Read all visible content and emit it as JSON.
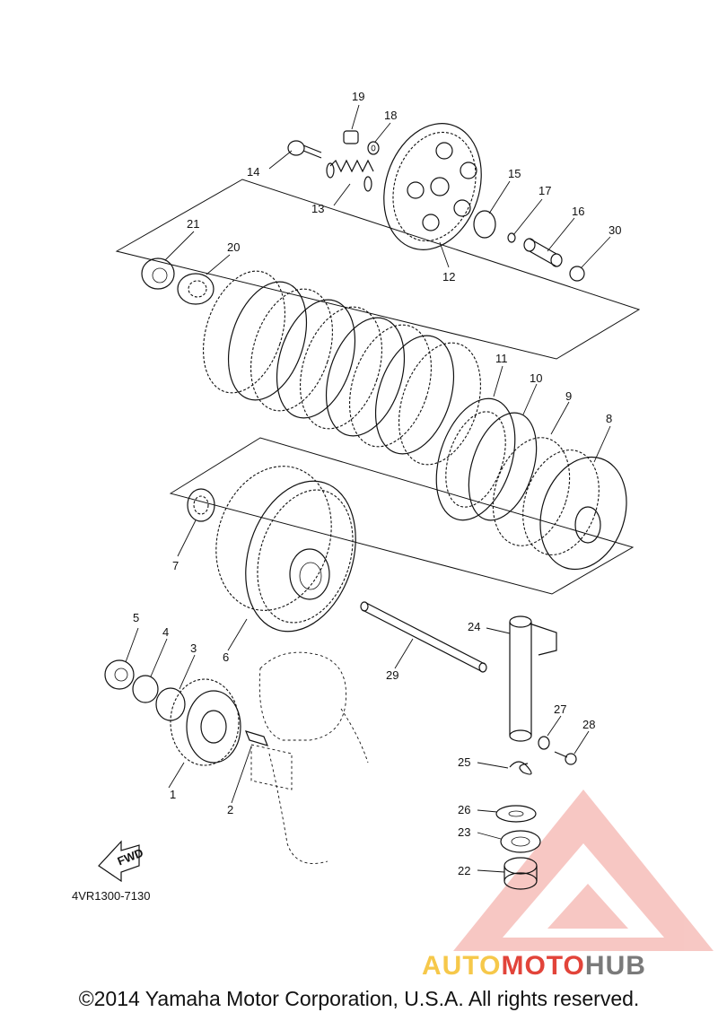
{
  "diagram": {
    "part_code": "4VR1300-7130",
    "fwd_label": "FWD",
    "callouts": [
      "1",
      "2",
      "3",
      "4",
      "5",
      "6",
      "7",
      "8",
      "9",
      "10",
      "11",
      "12",
      "13",
      "14",
      "15",
      "16",
      "17",
      "18",
      "19",
      "20",
      "21",
      "22",
      "23",
      "24",
      "25",
      "26",
      "27",
      "28",
      "29",
      "30"
    ]
  },
  "watermark": {
    "part1": "AUTO",
    "part2": "MOTO",
    "part3": "HUB"
  },
  "footer": {
    "copyright": "©2014 Yamaha Motor Corporation, U.S.A. All rights reserved."
  },
  "colors": {
    "watermark_red": "#e2443a",
    "watermark_yellow": "#f6c84a",
    "watermark_gray": "#7a7a7a",
    "line": "#111111"
  }
}
